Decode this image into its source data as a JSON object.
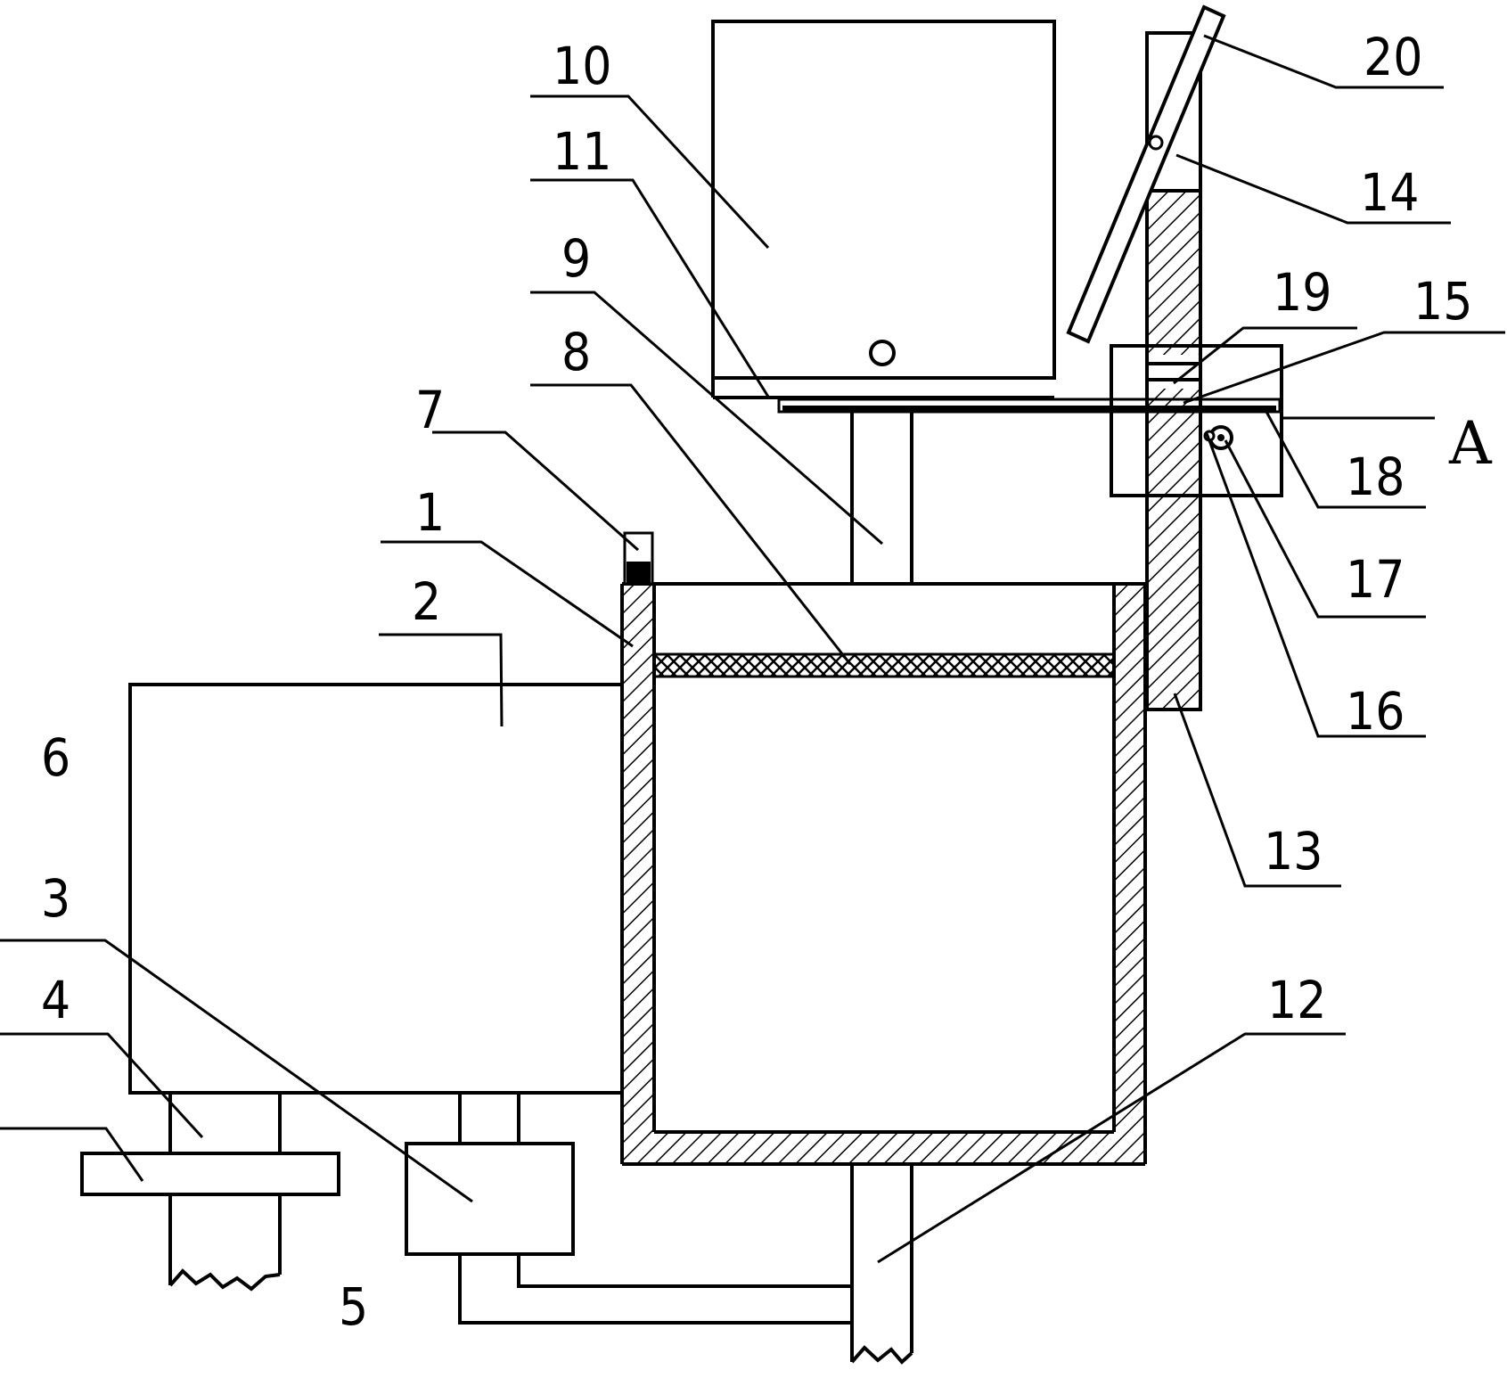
{
  "labels": {
    "l1": "1",
    "l2": "2",
    "l3": "3",
    "l4": "4",
    "l5": "5",
    "l6": "6",
    "l7": "7",
    "l8": "8",
    "l9": "9",
    "l10": "10",
    "l11": "11",
    "l12": "12",
    "l13": "13",
    "l14": "14",
    "l15": "15",
    "l16": "16",
    "l17": "17",
    "l18": "18",
    "l19": "19",
    "l20": "20",
    "section": "A"
  }
}
